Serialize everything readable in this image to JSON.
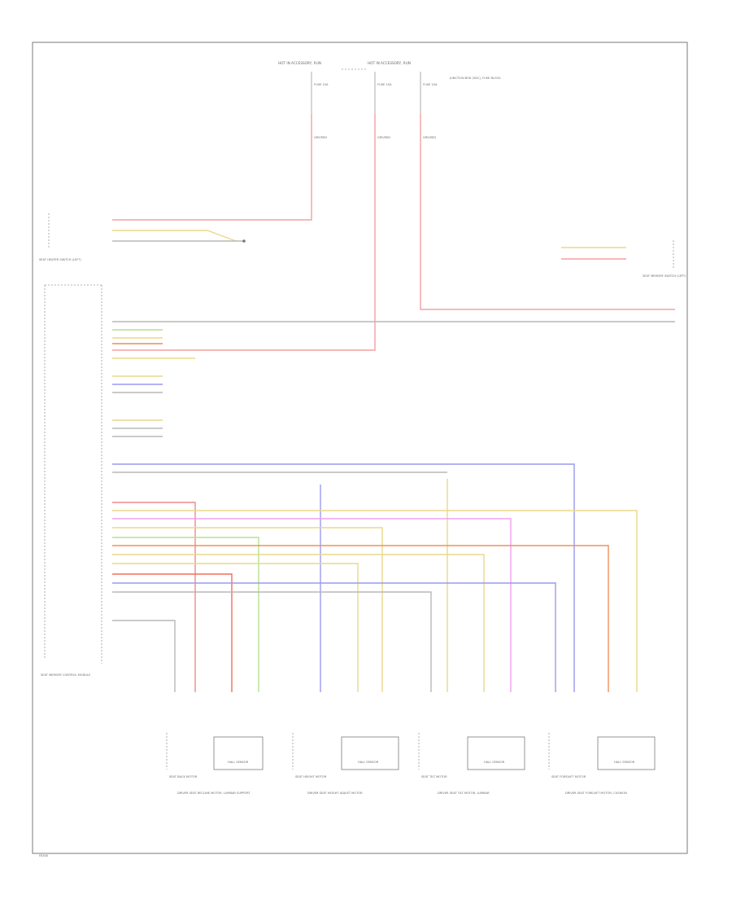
{
  "diagram": {
    "top_labels": [
      "HOT IN ACCESSORY, RUN",
      "HOT IN ACCESSORY, RUN",
      "JUNCTION BOX (SDC), FUSE BLOCK"
    ],
    "top_fuses": [
      "FUSE 15A",
      "FUSE 15A",
      "FUSE 10A"
    ],
    "top_wires": [
      "GRY/RED",
      "GRY/RED",
      "GRY/RED"
    ],
    "heater_title": "SEAT HEATER SWITCH (LEFT)",
    "module_title": "SEAT MEMORY CONTROL MODULE",
    "right_connector_title": "SEAT MEMORY SWITCH (LEFT)",
    "hall_sensor_label": "HALL SENSOR",
    "motor_labels": [
      "SEAT BACK MOTOR",
      "SEAT HEIGHT MOTOR",
      "SEAT TILT MOTOR",
      "SEAT FORE/AFT MOTOR"
    ],
    "motor_captions": [
      "DRIVER SEAT RECLINE MOTOR, LUMBAR SUPPORT",
      "DRIVER SEAT HEIGHT ADJUST MOTOR",
      "DRIVER SEAT TILT MOTOR, LUMBAR",
      "DRIVER SEAT FORE/AFT MOTOR, CUSHION"
    ],
    "footer_id": "F8300"
  }
}
